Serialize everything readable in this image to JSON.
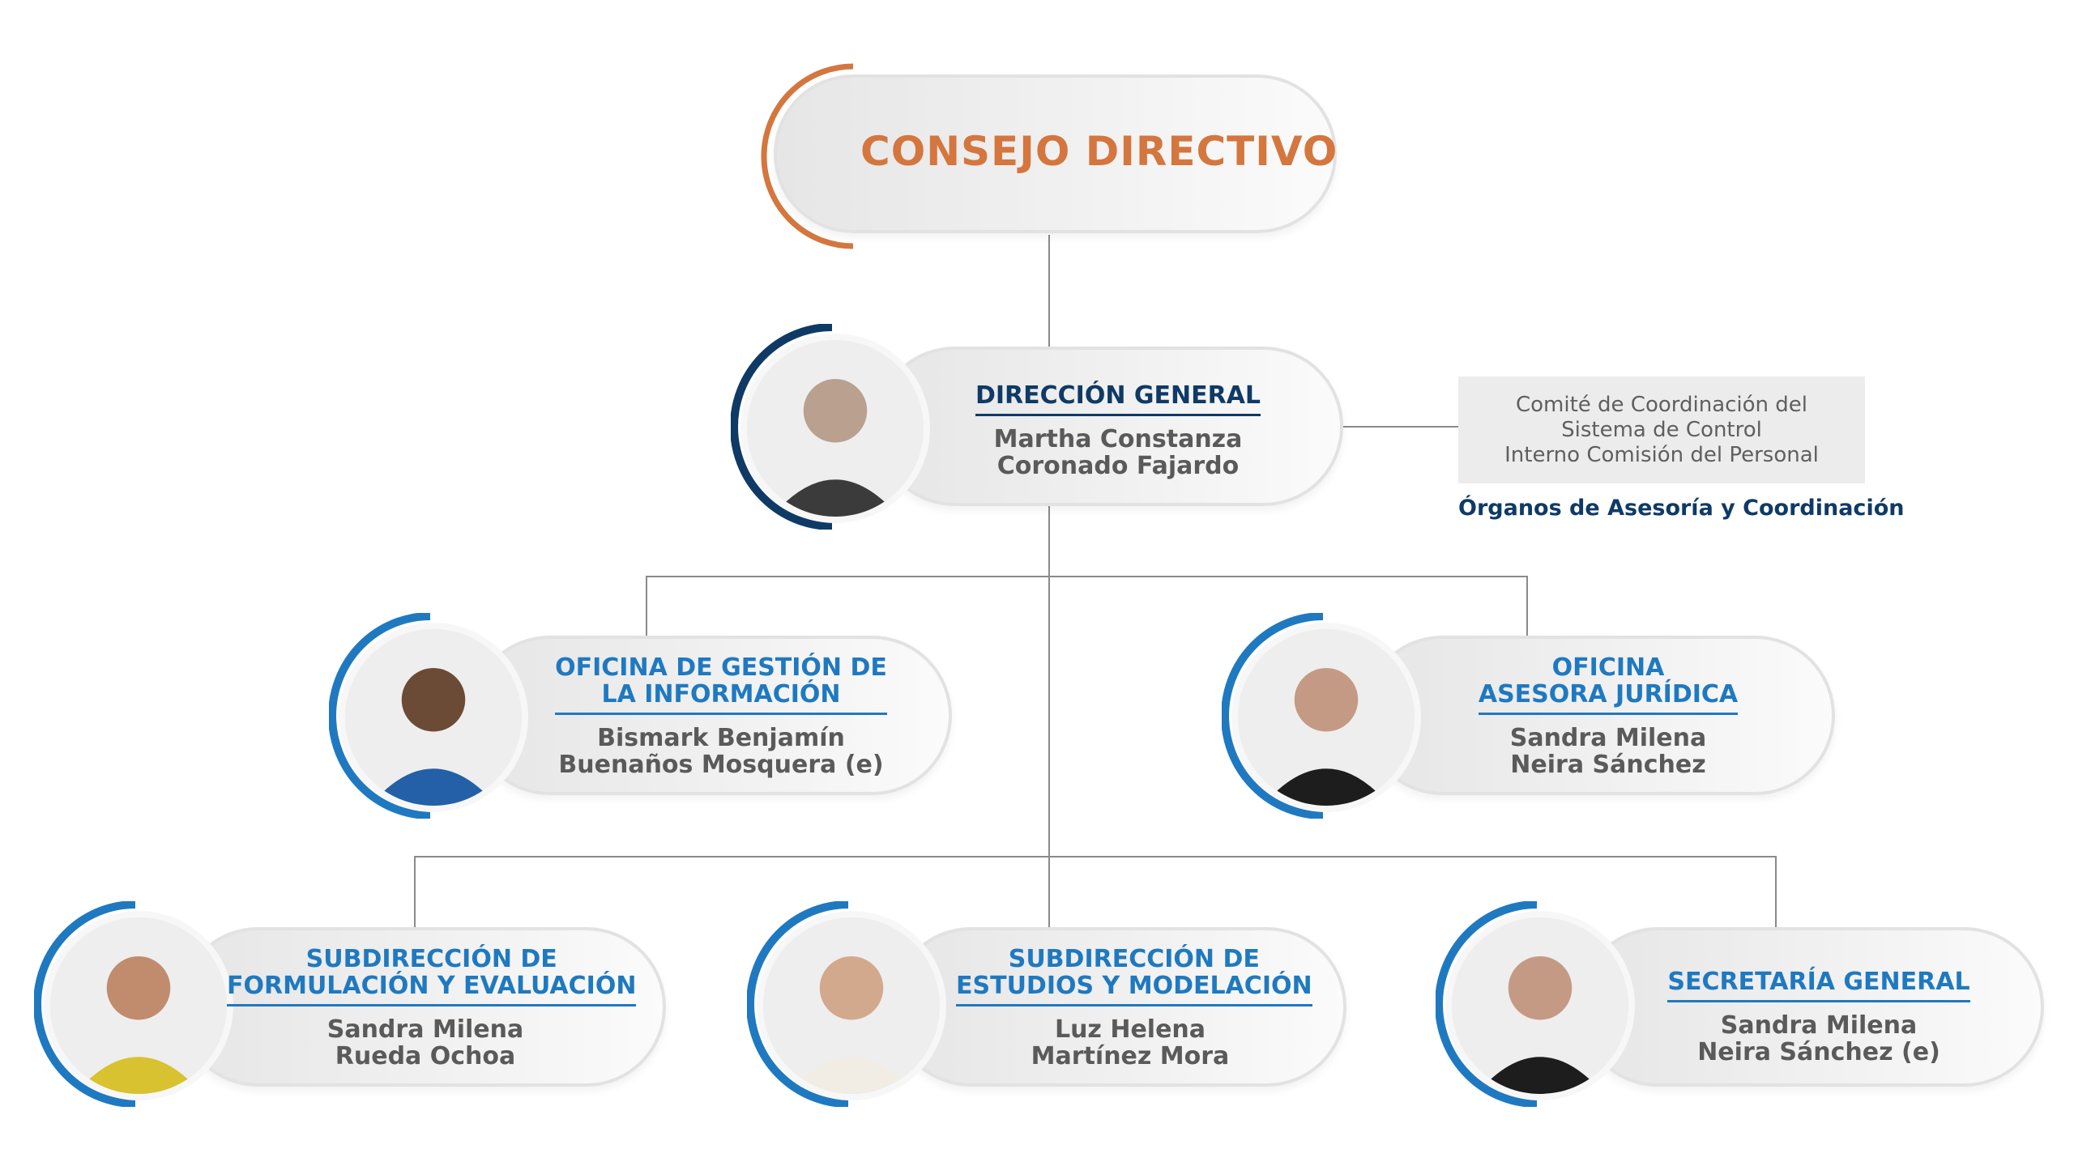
{
  "consejo": {
    "title": "CONSEJO DIRECTIVO"
  },
  "direccion": {
    "title": [
      "DIRECCIÓN GENERAL"
    ],
    "person": [
      "Martha Constanza",
      "Coronado Fajardo"
    ]
  },
  "committee": {
    "lines": [
      "Comité de Coordinación del",
      "Sistema de Control",
      "Interno Comisión del Personal"
    ],
    "caption": "Órganos de Asesoría y Coordinación"
  },
  "oficina_gestion": {
    "title": [
      "OFICINA DE GESTIÓN DE",
      "LA INFORMACIÓN"
    ],
    "person": [
      "Bismark Benjamín",
      "Buenaños Mosquera (e)"
    ]
  },
  "oficina_juridica": {
    "title": [
      "OFICINA",
      "ASESORA JURÍDICA"
    ],
    "person": [
      "Sandra Milena",
      "Neira Sánchez"
    ]
  },
  "sub_formulacion": {
    "title": [
      "SUBDIRECCIÓN DE",
      "FORMULACIÓN Y EVALUACIÓN"
    ],
    "person": [
      "Sandra Milena",
      "Rueda Ochoa"
    ]
  },
  "sub_estudios": {
    "title": [
      "SUBDIRECCIÓN DE",
      "ESTUDIOS Y MODELACIÓN"
    ],
    "person": [
      "Luz Helena",
      "Martínez Mora"
    ]
  },
  "secretaria": {
    "title": [
      "SECRETARÍA GENERAL"
    ],
    "person": [
      "Sandra Milena",
      "Neira Sánchez (e)"
    ]
  },
  "colors": {
    "orange": "#d4763e",
    "navy": "#0f3a66",
    "blue": "#1f79c0",
    "line": "#888888"
  }
}
